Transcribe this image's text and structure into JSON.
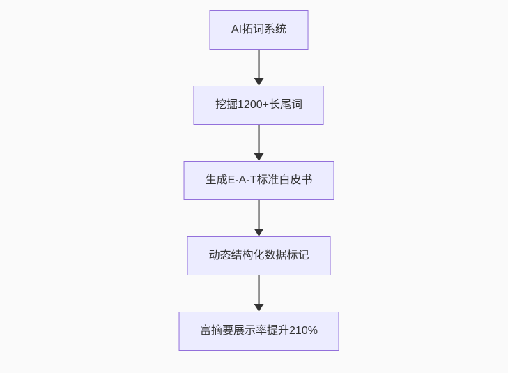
{
  "diagram": {
    "type": "flowchart",
    "direction": "top-down",
    "nodes": [
      {
        "id": "A",
        "label": "AI拓词系统"
      },
      {
        "id": "B",
        "label": "挖掘1200+长尾词"
      },
      {
        "id": "C",
        "label": "生成E-A-T标准白皮书"
      },
      {
        "id": "D",
        "label": "动态结构化数据标记"
      },
      {
        "id": "E",
        "label": "富摘要展示率提升210%"
      }
    ],
    "edges": [
      {
        "from": "A",
        "to": "B"
      },
      {
        "from": "B",
        "to": "C"
      },
      {
        "from": "C",
        "to": "D"
      },
      {
        "from": "D",
        "to": "E"
      }
    ],
    "colors": {
      "node_fill": "#ECECFF",
      "node_border": "#9370DB",
      "node_text": "#333333",
      "arrow": "#333333",
      "background": "#FAFAFA"
    }
  }
}
